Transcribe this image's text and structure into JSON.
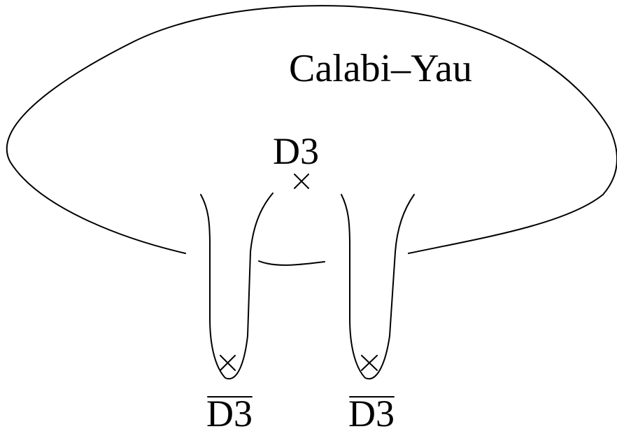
{
  "diagram": {
    "manifold_label": "Calabi–Yau",
    "d3_label": "D3",
    "anti_d3_left_label": "D3",
    "anti_d3_right_label": "D3",
    "stroke_color": "#000000",
    "background_color": "#ffffff"
  }
}
